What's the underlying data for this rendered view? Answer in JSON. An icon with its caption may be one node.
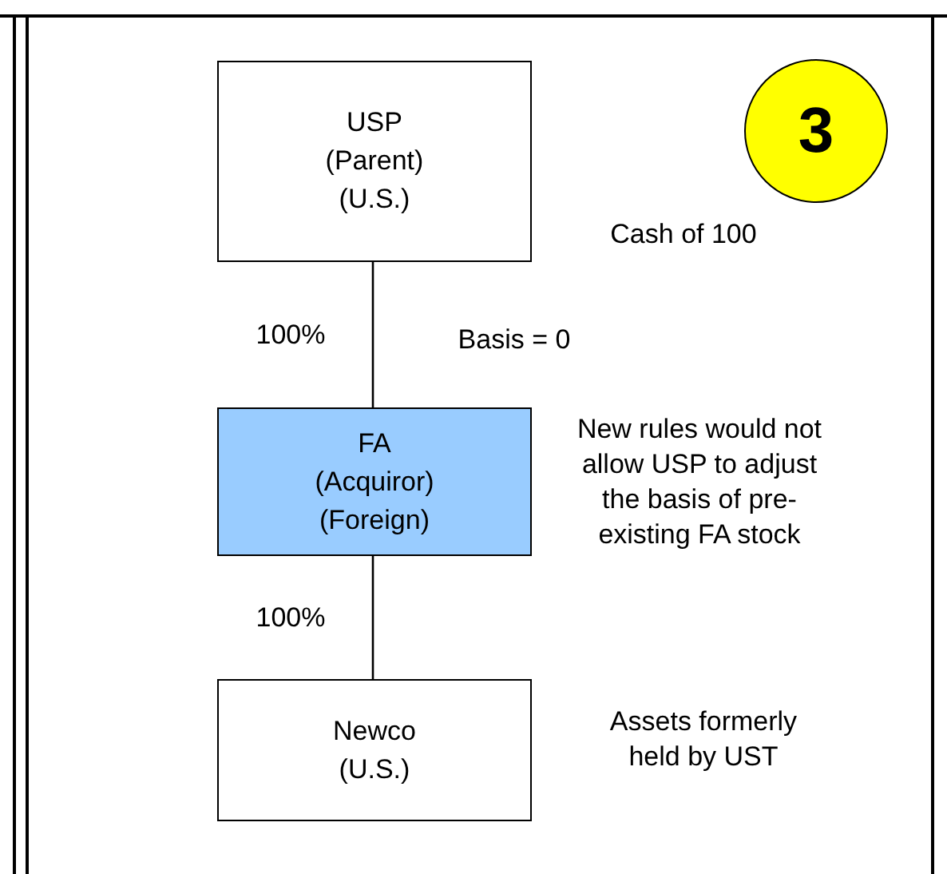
{
  "diagram": {
    "nodes": [
      {
        "text": [
          "USP (Parent) (U.S.)"
        ]
      },
      {
        "text": [
          "FA (Acquiror) (Foreign)"
        ],
        "beside": [
          "New rules would not allow USP to adjust the basis of pre-existing FA stock"
        ]
      },
      {
        "text": [
          "Newco (U.S.)"
        ],
        "beside": [
          "Assets formerly held by UST"
        ]
      },
      {
        "text": [
          "3"
        ]
      }
    ],
    "edges": [
      {
        "from": 0,
        "to": 1,
        "arrow": "none",
        "label": "100%"
      },
      {
        "from": 1,
        "to": 2,
        "arrow": "none",
        "label": "100%"
      }
    ],
    "labels": [
      "Cash of 100",
      "Basis = 0"
    ]
  }
}
